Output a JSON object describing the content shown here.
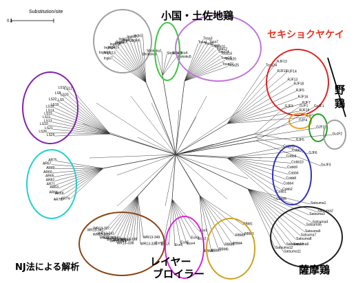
{
  "figure": {
    "scale_label": "Substitution/site",
    "scale_value": "0.1",
    "titles": {
      "kokoku_tosajidori": "小国・土佐地鶏",
      "sekishoku_yakei": "セキショクヤケイ",
      "yakei_char1": "野",
      "yakei_char2": "鶏",
      "satsumadori": "薩摩鶏",
      "nj_analysis": "NJ法による解析",
      "layer": "レイヤー",
      "broiler": "ブロイラー"
    },
    "clusters": [
      {
        "name": "Ingki",
        "color": "#a0a0a0",
        "leaves": [
          "Ingki7",
          "Ingki17",
          "Ingki13",
          "Ingki14",
          "Ingki15",
          "Ingki16",
          "Ingki4",
          "Ingki12",
          "Ingki18",
          "Ingki11",
          "Ingki9",
          "Ingki6",
          "Ingki3"
        ]
      },
      {
        "name": "Shokoku",
        "color": "#3cc83c",
        "leaves": [
          "Shokoku6",
          "Shokoku1",
          "Shokoku3",
          "Shokoku4",
          "Shokoku5"
        ]
      },
      {
        "name": "Tosa",
        "color": "#c076dc",
        "leaves": [
          "Tosa1",
          "Tosa3",
          "Tosa5",
          "Tosa7",
          "Tosa9",
          "Tosa10",
          "Tosa12",
          "Tosa14",
          "Tosa16",
          "Tosa18",
          "Tosa20",
          "Tosa22",
          "Tosa25"
        ]
      },
      {
        "name": "RJF",
        "color": "#e02020",
        "leaves": [
          "Tosa24",
          "RJF13",
          "RJF11",
          "RJF14",
          "RJF13",
          "RJF18",
          "RJF5",
          "RJF16",
          "RJF7",
          "RJF15",
          "RJF2"
        ]
      },
      {
        "name": "GJF",
        "color": "#f0a020",
        "leaves": [
          "GJF3",
          "GJF4",
          "GJF5"
        ]
      },
      {
        "name": "GJF-green",
        "color": "#20a020",
        "leaves": [
          "GJF1",
          "GJF2",
          "GJF6"
        ]
      },
      {
        "name": "GvJF",
        "color": "#a0a0a0",
        "leaves": [
          "GvJF1",
          "GvJF2",
          "GvJF3"
        ]
      },
      {
        "name": "LS",
        "color": "#8020b0",
        "leaves": [
          "LS25",
          "LS26",
          "LS21",
          "LS10",
          "LS13",
          "LS11",
          "LS15",
          "LS14",
          "LS18",
          "LS19",
          "LS22",
          "LS5",
          "LS8",
          "LS20",
          "LS17",
          "LS12"
        ]
      },
      {
        "name": "Cobb",
        "color": "#3030c0",
        "leaves": [
          "Cobb11",
          "Cobb7",
          "Cobb3",
          "Cobb10",
          "Cobb9",
          "Cobb6",
          "Cobb8",
          "Cobb4",
          "Cobb2",
          "Cobb1",
          "Cobb5"
        ]
      },
      {
        "name": "AR",
        "color": "#20d0d0",
        "leaves": [
          "AR74",
          "AR78",
          "AR69",
          "AR61",
          "AR63",
          "AR71",
          "AR82",
          "AR65",
          "AR60",
          "AR80",
          "AR67",
          "AR75"
        ]
      },
      {
        "name": "Satsuma",
        "color": "#202020",
        "leaves": [
          "Satsuma1",
          "Satsuma2",
          "Satsuma3",
          "Satsuma4",
          "Satsuma5",
          "Satsuma6",
          "Satsuma7",
          "Satsuma8",
          "Satsuma9",
          "Satsuma10",
          "Satsuma11",
          "Satsuma12"
        ]
      },
      {
        "name": "WR",
        "color": "#8b4513",
        "leaves": [
          "WR13-349",
          "WR13-336",
          "WR13-338",
          "WR13-339",
          "WR13-344",
          "WR13-345",
          "WR13-346",
          "WR13-340",
          "WR13-343",
          "WR13-341",
          "WR13-335",
          "WR13-337",
          "WR13-342"
        ]
      },
      {
        "name": "Ece",
        "color": "#e020e0",
        "leaves": [
          "Ece1",
          "Ece2",
          "Ece3",
          "Ece4",
          "Ece5",
          "Ece6",
          "Ece7",
          "Ece8"
        ]
      },
      {
        "name": "RBM",
        "color": "#d0a020",
        "leaves": [
          "RBM1",
          "RBM2",
          "RBM3",
          "RBM4",
          "RBM5",
          "RBM6",
          "RBM7",
          "RBM8"
        ]
      }
    ]
  }
}
